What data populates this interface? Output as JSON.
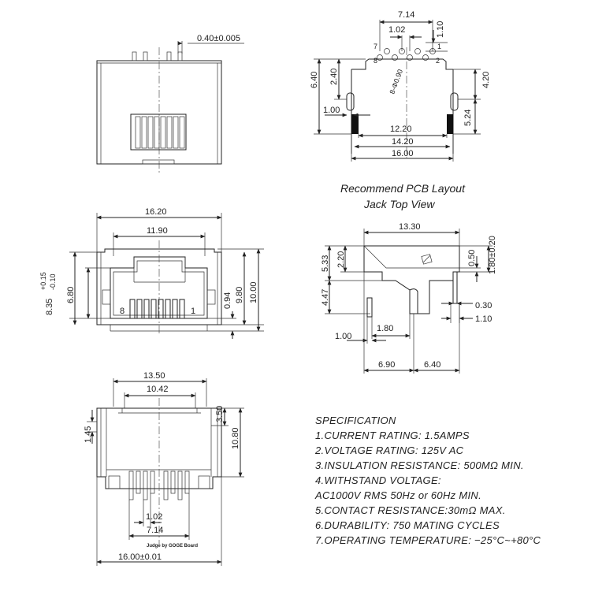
{
  "layout_title": [
    "Recommend PCB Layout",
    "Jack Top View"
  ],
  "top_left_view": {
    "pin_dim": "0.40±0.005"
  },
  "pcb_layout": {
    "dims": {
      "pitch_total": "7.14",
      "pitch": "1.02",
      "row_offset": "1.10",
      "height_total": "6.40",
      "to_pins": "2.40",
      "right_upper": "4.20",
      "right_lower": "5.24",
      "slot_width": "1.00",
      "inner_span": "12.20",
      "peg_span": "14.20",
      "overall_width": "16.00",
      "hole_dia": "8-Φ0.90"
    },
    "pin_labels": [
      "1",
      "2",
      "7",
      "8"
    ]
  },
  "front_view": {
    "dims": {
      "outer_width": "16.20",
      "inner_width": "11.90",
      "height_left": "8.35",
      "tol_upper": "+0.15",
      "tol_lower": "-0.10",
      "opening_height": "6.80",
      "small": "0.94",
      "body_height": "9.80",
      "overall_height": "10.00"
    },
    "pin_numbers": {
      "left": "8",
      "right": "1"
    }
  },
  "side_view": {
    "dims": {
      "top_length": "13.30",
      "upper_height": "5.33",
      "upper_inner": "2.20",
      "lower_height": "4.47",
      "shield": "0.50",
      "shield_height": "1.80±0.20",
      "pin_thickness": "0.30",
      "pin_length": "1.10",
      "peg_offset": "1.80",
      "peg_width": "1.00",
      "front_part": "6.90",
      "rear_part": "6.40"
    }
  },
  "bottom_view": {
    "dims": {
      "outer_width": "13.50",
      "inner_width": "10.42",
      "left_small": "1.45",
      "right_small": "3.50",
      "overall_height": "10.80",
      "pin_pitch": "1.02",
      "pin_span": "7.14",
      "base_width": "16.00±0.01"
    },
    "caption": "Judge by GOGE Board"
  },
  "specification": {
    "heading": "SPECIFICATION",
    "items": [
      "1.CURRENT RATING: 1.5AMPS",
      "2.VOLTAGE RATING: 125V AC",
      "3.INSULATION RESISTANCE: 500MΩ MIN.",
      "4.WITHSTAND VOLTAGE:",
      "AC1000V RMS 50Hz or 60Hz MIN.",
      "5.CONTACT RESISTANCE:30mΩ MAX.",
      "6.DURABILITY: 750 MATING CYCLES",
      "7.OPERATING TEMPERATURE: −25°C~+80°C"
    ]
  }
}
